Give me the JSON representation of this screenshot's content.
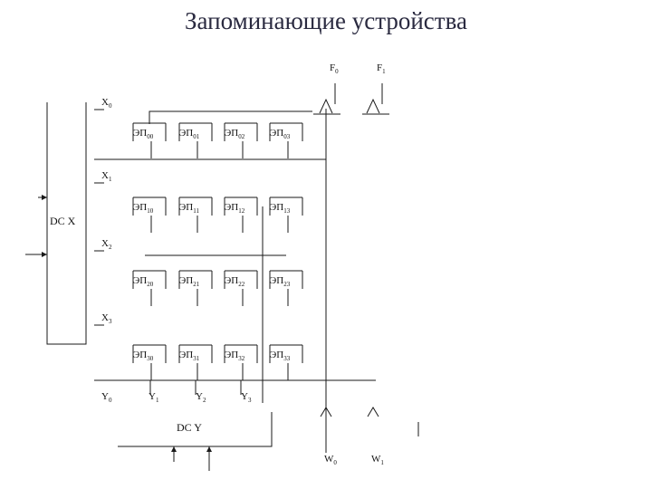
{
  "title": "Запоминающие устройства",
  "decoders": {
    "x": "DC X",
    "y": "DC Y"
  },
  "rows": [
    {
      "label": "X",
      "index": "0"
    },
    {
      "label": "X",
      "index": "1"
    },
    {
      "label": "X",
      "index": "2"
    },
    {
      "label": "X",
      "index": "3"
    }
  ],
  "columns": [
    {
      "label": "Y",
      "index": "0"
    },
    {
      "label": "Y",
      "index": "1"
    },
    {
      "label": "Y",
      "index": "2"
    },
    {
      "label": "Y",
      "index": "3"
    }
  ],
  "cells": [
    [
      {
        "prefix": "ЭП",
        "index": "00"
      },
      {
        "prefix": "ЭП",
        "index": "01"
      },
      {
        "prefix": "ЭП",
        "index": "02"
      },
      {
        "prefix": "ЭП",
        "index": "03"
      }
    ],
    [
      {
        "prefix": "ЭП",
        "index": "10"
      },
      {
        "prefix": "ЭП",
        "index": "11"
      },
      {
        "prefix": "ЭП",
        "index": "12"
      },
      {
        "prefix": "ЭП",
        "index": "13"
      }
    ],
    [
      {
        "prefix": "ЭП",
        "index": "20"
      },
      {
        "prefix": "ЭП",
        "index": "21"
      },
      {
        "prefix": "ЭП",
        "index": "22"
      },
      {
        "prefix": "ЭП",
        "index": "23"
      }
    ],
    [
      {
        "prefix": "ЭП",
        "index": "30"
      },
      {
        "prefix": "ЭП",
        "index": "31"
      },
      {
        "prefix": "ЭП",
        "index": "32"
      },
      {
        "prefix": "ЭП",
        "index": "33"
      }
    ]
  ],
  "read_amps": [
    {
      "label": "F",
      "index": "0"
    },
    {
      "label": "F",
      "index": "1"
    }
  ],
  "write_amps": [
    {
      "label": "W",
      "index": "0"
    },
    {
      "label": "W",
      "index": "1"
    }
  ],
  "line_color": "#1a1a1a"
}
